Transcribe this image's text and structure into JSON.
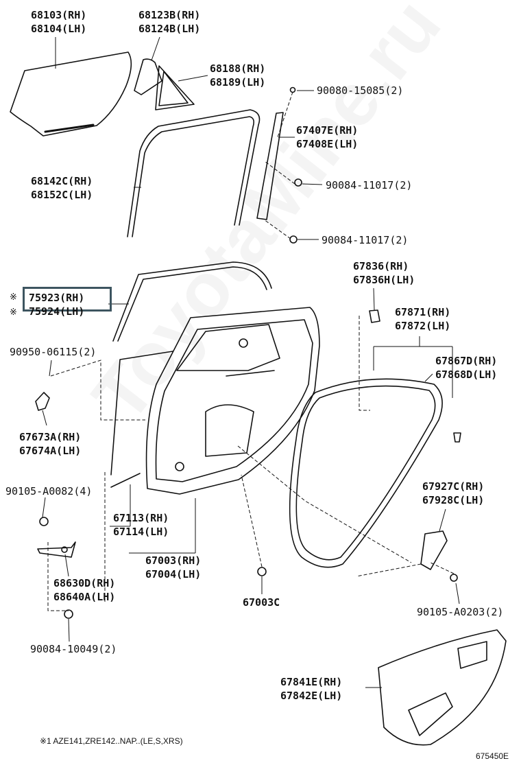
{
  "watermark": "ToyotaMine.ru",
  "footnote": "※1 AZE141,ZRE142..NAP..(LE,S,XRS)",
  "illustration_id": "675450E",
  "highlight_color": "#3d5560",
  "note_mark": "※",
  "labels": {
    "l1": [
      "68103(RH)",
      "68104(LH)"
    ],
    "l2": [
      "68123B(RH)",
      "68124B(LH)"
    ],
    "l3": [
      "68188(RH)",
      "68189(LH)"
    ],
    "l4": "90080-15085(2)",
    "l5": [
      "67407E(RH)",
      "67408E(LH)"
    ],
    "l6": [
      "68142C(RH)",
      "68152C(LH)"
    ],
    "l7": "90084-11017(2)",
    "l8": "90084-11017(2)",
    "l9": [
      "67836(RH)",
      "67836H(LH)"
    ],
    "l10": [
      "75923(RH)",
      "75924(LH)"
    ],
    "l11": [
      "67871(RH)",
      "67872(LH)"
    ],
    "l12": "90950-06115(2)",
    "l13": [
      "67867D(RH)",
      "67868D(LH)"
    ],
    "l14": [
      "67673A(RH)",
      "67674A(LH)"
    ],
    "l15": "90105-A0082(4)",
    "l16": [
      "67927C(RH)",
      "67928C(LH)"
    ],
    "l17": [
      "67113(RH)",
      "67114(LH)"
    ],
    "l18": [
      "67003(RH)",
      "67004(LH)"
    ],
    "l19": [
      "68630D(RH)",
      "68640A(LH)"
    ],
    "l20": "67003C",
    "l21": "90105-A0203(2)",
    "l22": "90084-10049(2)",
    "l23": [
      "67841E(RH)",
      "67842E(LH)"
    ]
  }
}
